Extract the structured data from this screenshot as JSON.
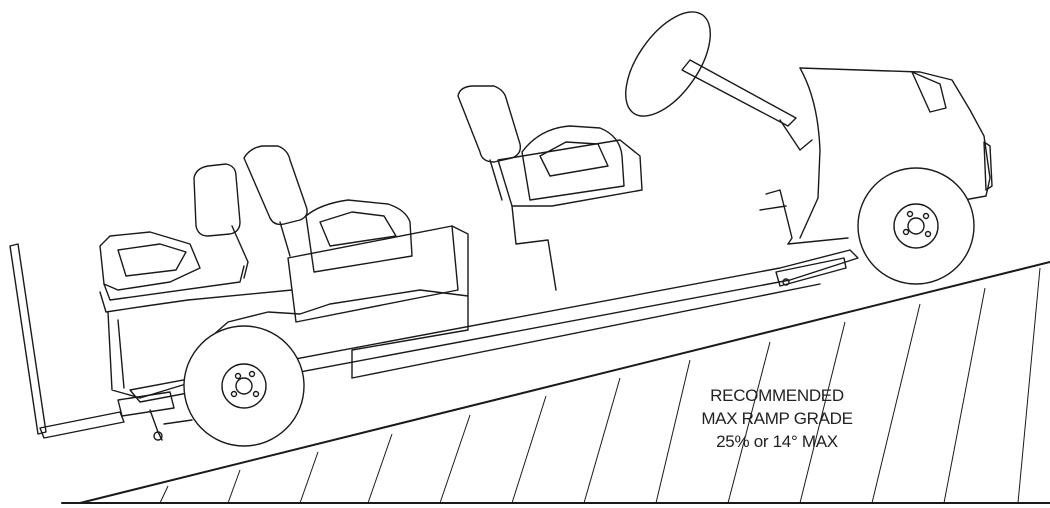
{
  "caption": {
    "line1": "RECOMMENDED",
    "line2": "MAX RAMP GRADE",
    "line3": "25% or 14° MAX"
  }
}
